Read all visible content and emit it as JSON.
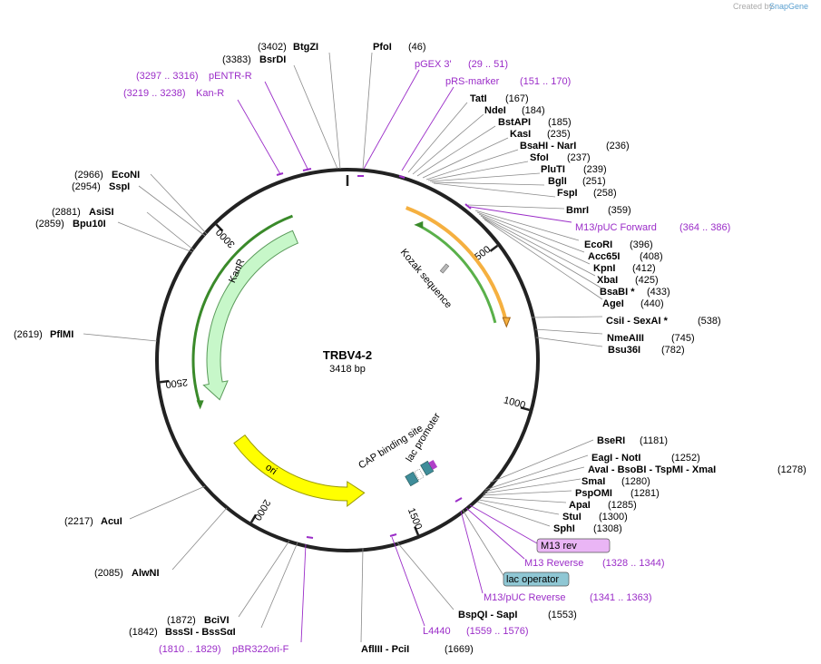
{
  "credit": {
    "prefix": "Created by",
    "brand": "SnapGene"
  },
  "plasmid": {
    "name": "TRBV4-2",
    "length_label": "3418 bp",
    "length_bp": 3418
  },
  "scale_ticks": [
    {
      "bp": 500,
      "label": "500"
    },
    {
      "bp": 1000,
      "label": "1000"
    },
    {
      "bp": 1500,
      "label": "1500"
    },
    {
      "bp": 2000,
      "label": "2000"
    },
    {
      "bp": 2500,
      "label": "2500"
    },
    {
      "bp": 3000,
      "label": "3000"
    }
  ],
  "features": [
    {
      "name": "KanR",
      "start": 2400,
      "end": 3200,
      "direction": "reverse",
      "color": "#c7f7c9",
      "stroke": "#5a9a5a"
    },
    {
      "name": "ori",
      "start": 1640,
      "end": 2220,
      "direction": "reverse",
      "color": "#ffff00",
      "stroke": "#999900"
    },
    {
      "name": "Kozak sequence",
      "color": "#a0a0a0"
    },
    {
      "name": "CAP binding site",
      "color": "#4a9aa8"
    },
    {
      "name": "lac promoter",
      "color": "#4a9aa8"
    },
    {
      "name": "orange_feature",
      "start": 200,
      "end": 730,
      "color": "#f5b040"
    },
    {
      "name": "green_feature",
      "start": 260,
      "end": 720,
      "color": "#5ab04a"
    }
  ],
  "labels": [
    {
      "pos": "(3402)",
      "name": "BtgZI",
      "kind": "enzyme"
    },
    {
      "pos": "(3383)",
      "name": "BsrDI",
      "kind": "enzyme"
    },
    {
      "name": "PfoI",
      "pos": "(46)",
      "kind": "enzyme"
    },
    {
      "name": "pGEX 3'",
      "pos": "(29 .. 51)",
      "kind": "feature"
    },
    {
      "name": "pRS-marker",
      "pos": "(151 .. 170)",
      "kind": "feature"
    },
    {
      "name": "TatI",
      "pos": "(167)",
      "kind": "enzyme"
    },
    {
      "name": "NdeI",
      "pos": "(184)",
      "kind": "enzyme"
    },
    {
      "name": "BstAPI",
      "pos": "(185)",
      "kind": "enzyme"
    },
    {
      "name": "KasI",
      "pos": "(235)",
      "kind": "enzyme"
    },
    {
      "name": "BsaHI - NarI",
      "pos": "(236)",
      "kind": "enzyme"
    },
    {
      "name": "SfoI",
      "pos": "(237)",
      "kind": "enzyme"
    },
    {
      "name": "PluTI",
      "pos": "(239)",
      "kind": "enzyme"
    },
    {
      "name": "BglI",
      "pos": "(251)",
      "kind": "enzyme"
    },
    {
      "name": "FspI",
      "pos": "(258)",
      "kind": "enzyme"
    },
    {
      "name": "BmrI",
      "pos": "(359)",
      "kind": "enzyme"
    },
    {
      "name": "M13/pUC Forward",
      "pos": "(364 .. 386)",
      "kind": "feature"
    },
    {
      "name": "EcoRI",
      "pos": "(396)",
      "kind": "enzyme"
    },
    {
      "name": "Acc65I",
      "pos": "(408)",
      "kind": "enzyme"
    },
    {
      "name": "KpnI",
      "pos": "(412)",
      "kind": "enzyme"
    },
    {
      "name": "XbaI",
      "pos": "(425)",
      "kind": "enzyme"
    },
    {
      "name": "BsaBI *",
      "pos": "(433)",
      "kind": "enzyme"
    },
    {
      "name": "AgeI",
      "pos": "(440)",
      "kind": "enzyme"
    },
    {
      "name": "CsiI - SexAI *",
      "pos": "(538)",
      "kind": "enzyme"
    },
    {
      "name": "NmeAIII",
      "pos": "(745)",
      "kind": "enzyme"
    },
    {
      "name": "Bsu36I",
      "pos": "(782)",
      "kind": "enzyme"
    },
    {
      "name": "BseRI",
      "pos": "(1181)",
      "kind": "enzyme"
    },
    {
      "name": "EagI - NotI",
      "pos": "(1252)",
      "kind": "enzyme"
    },
    {
      "name": "AvaI - BsoBI - TspMI - XmaI",
      "pos": "(1278)",
      "kind": "enzyme"
    },
    {
      "name": "SmaI",
      "pos": "(1280)",
      "kind": "enzyme"
    },
    {
      "name": "PspOMI",
      "pos": "(1281)",
      "kind": "enzyme"
    },
    {
      "name": "ApaI",
      "pos": "(1285)",
      "kind": "enzyme"
    },
    {
      "name": "StuI",
      "pos": "(1300)",
      "kind": "enzyme"
    },
    {
      "name": "SphI",
      "pos": "(1308)",
      "kind": "enzyme"
    },
    {
      "name": "M13 rev",
      "pos": "",
      "kind": "boxfeature"
    },
    {
      "name": "M13 Reverse",
      "pos": "(1328 .. 1344)",
      "kind": "feature"
    },
    {
      "name": "lac operator",
      "pos": "",
      "kind": "boxfeature"
    },
    {
      "name": "M13/pUC Reverse",
      "pos": "(1341 .. 1363)",
      "kind": "feature"
    },
    {
      "name": "BspQI - SapI",
      "pos": "(1553)",
      "kind": "enzyme"
    },
    {
      "name": "L4440",
      "pos": "(1559 .. 1576)",
      "kind": "feature"
    },
    {
      "name": "AflIII - PciI",
      "pos": "(1669)",
      "kind": "enzyme"
    },
    {
      "pos": "(1810 .. 1829)",
      "name": "pBR322ori-F",
      "kind": "feature"
    },
    {
      "pos": "(1842)",
      "name": "BssSI - BssSαI",
      "kind": "enzyme"
    },
    {
      "pos": "(1872)",
      "name": "BciVI",
      "kind": "enzyme"
    },
    {
      "pos": "(2085)",
      "name": "AlwNI",
      "kind": "enzyme"
    },
    {
      "pos": "(2217)",
      "name": "AcuI",
      "kind": "enzyme"
    },
    {
      "pos": "(2619)",
      "name": "PflMI",
      "kind": "enzyme"
    },
    {
      "pos": "(2859)",
      "name": "Bpu10I",
      "kind": "enzyme"
    },
    {
      "pos": "(2881)",
      "name": "AsiSI",
      "kind": "enzyme"
    },
    {
      "pos": "(2954)",
      "name": "SspI",
      "kind": "enzyme"
    },
    {
      "pos": "(2966)",
      "name": "EcoNI",
      "kind": "enzyme"
    },
    {
      "pos": "(3219 .. 3238)",
      "name": "Kan-R",
      "kind": "feature"
    },
    {
      "pos": "(3297 .. 3316)",
      "name": "pENTR-R",
      "kind": "feature"
    }
  ]
}
